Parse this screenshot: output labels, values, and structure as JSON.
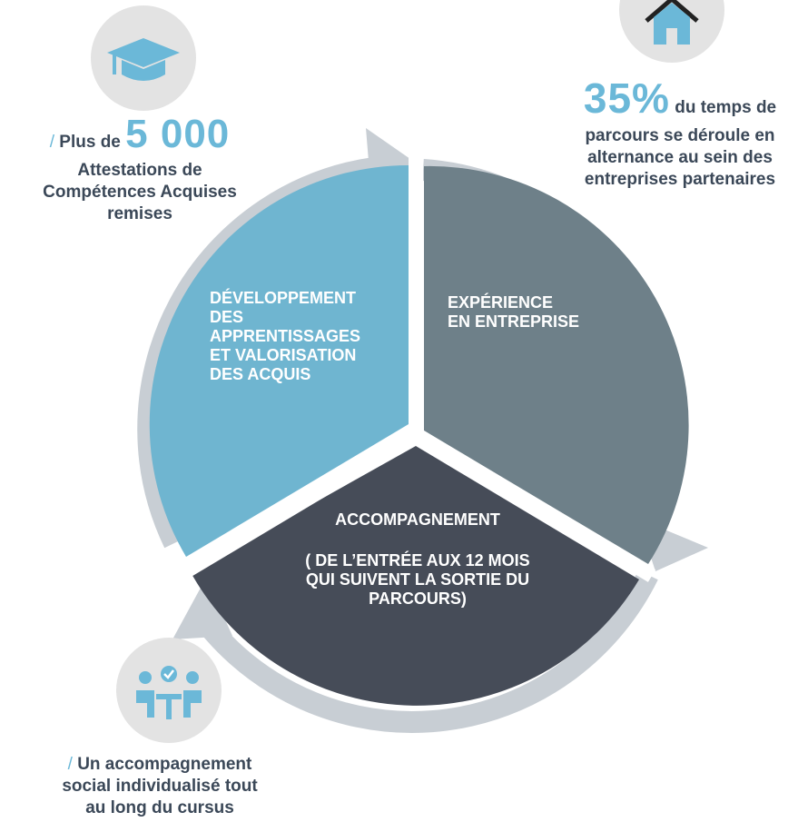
{
  "callouts": {
    "attestations": {
      "slash": "/",
      "prefix": "Plus de",
      "number": "5 000",
      "lines": [
        "Attestations de",
        "Compétences Acquises",
        "remises"
      ],
      "icon": "graduation-cap-icon"
    },
    "enterprise": {
      "number": "35%",
      "suffix": "du temps de",
      "lines": [
        "parcours se déroule en",
        "alternance au sein des",
        "entreprises partenaires"
      ],
      "icon": "house-icon"
    },
    "support": {
      "slash": "/",
      "lines": [
        "Un accompagnement",
        "social individualisé tout",
        "au long du cursus"
      ],
      "icon": "meeting-people-icon"
    }
  },
  "segments": {
    "development": {
      "lines": [
        "DÉVELOPPEMENT",
        "DES",
        "APPRENTISSAGES",
        "ET VALORISATION",
        "DES ACQUIS"
      ],
      "color": "#6fb5d0"
    },
    "experience": {
      "lines": [
        "EXPÉRIENCE",
        "EN ENTREPRISE"
      ],
      "color": "#6e8089"
    },
    "accompaniment": {
      "title": "ACCOMPAGNEMENT",
      "lines": [
        "( DE L’ENTRÉE AUX 12 MOIS",
        "QUI SUIVENT LA SORTIE DU",
        "PARCOURS)"
      ],
      "color": "#464c58"
    }
  },
  "colors": {
    "accent": "#6bb8d8",
    "ring": "#c8ced4",
    "text": "#3b4858",
    "icon_bg": "#e3e3e3"
  }
}
